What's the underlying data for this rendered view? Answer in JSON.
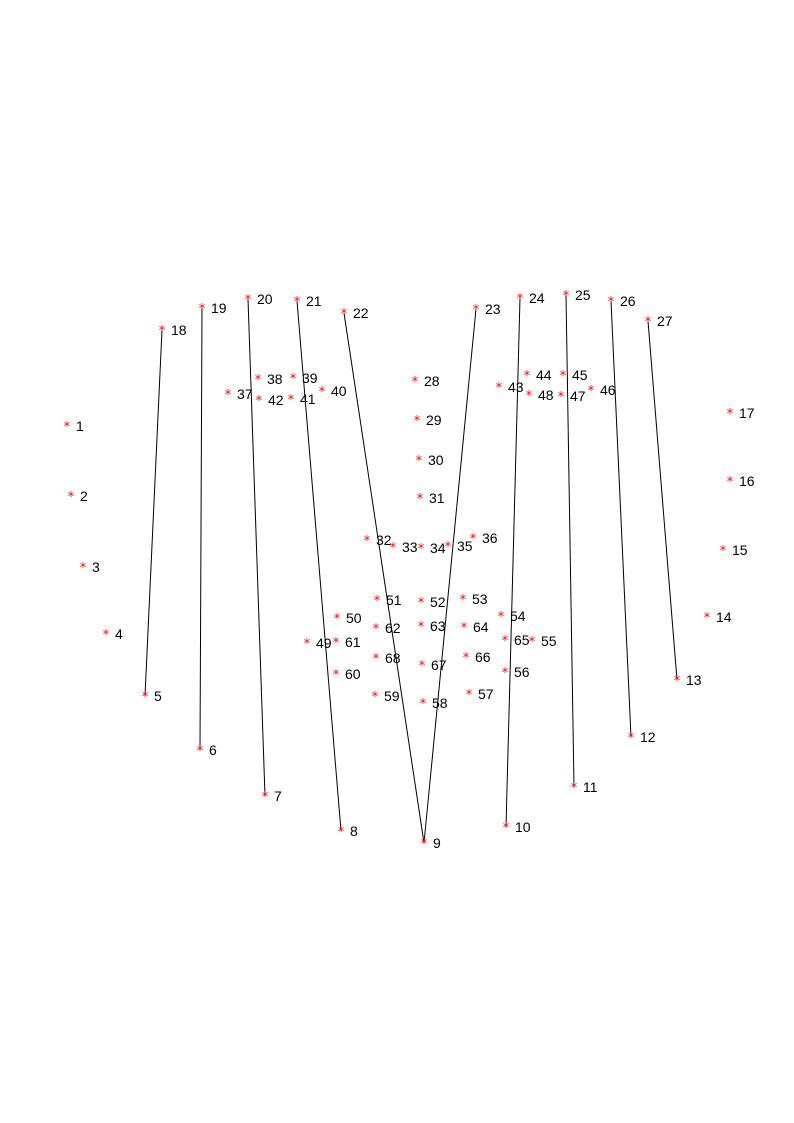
{
  "marker_color": "#ff0000",
  "line_color": "#000000",
  "label_color": "#000000",
  "marker_symbol": "*",
  "points": [
    {
      "id": "1",
      "label": "1"
    },
    {
      "id": "2",
      "label": "2"
    },
    {
      "id": "3",
      "label": "3"
    },
    {
      "id": "4",
      "label": "4"
    },
    {
      "id": "5",
      "label": "5"
    },
    {
      "id": "6",
      "label": "6"
    },
    {
      "id": "7",
      "label": "7"
    },
    {
      "id": "8",
      "label": "8"
    },
    {
      "id": "9",
      "label": "9"
    },
    {
      "id": "10",
      "label": "10"
    },
    {
      "id": "11",
      "label": "11"
    },
    {
      "id": "12",
      "label": "12"
    },
    {
      "id": "13",
      "label": "13"
    },
    {
      "id": "14",
      "label": "14"
    },
    {
      "id": "15",
      "label": "15"
    },
    {
      "id": "16",
      "label": "16"
    },
    {
      "id": "17",
      "label": "17"
    },
    {
      "id": "18",
      "label": "18"
    },
    {
      "id": "19",
      "label": "19"
    },
    {
      "id": "20",
      "label": "20"
    },
    {
      "id": "21",
      "label": "21"
    },
    {
      "id": "22",
      "label": "22"
    },
    {
      "id": "23",
      "label": "23"
    },
    {
      "id": "24",
      "label": "24"
    },
    {
      "id": "25",
      "label": "25"
    },
    {
      "id": "26",
      "label": "26"
    },
    {
      "id": "27",
      "label": "27"
    },
    {
      "id": "28",
      "label": "28"
    },
    {
      "id": "29",
      "label": "29"
    },
    {
      "id": "30",
      "label": "30"
    },
    {
      "id": "31",
      "label": "31"
    },
    {
      "id": "32",
      "label": "32"
    },
    {
      "id": "33",
      "label": "33"
    },
    {
      "id": "34",
      "label": "34"
    },
    {
      "id": "35",
      "label": "35"
    },
    {
      "id": "36",
      "label": "36"
    },
    {
      "id": "37",
      "label": "37"
    },
    {
      "id": "38",
      "label": "38"
    },
    {
      "id": "39",
      "label": "39"
    },
    {
      "id": "40",
      "label": "40"
    },
    {
      "id": "41",
      "label": "41"
    },
    {
      "id": "42",
      "label": "42"
    },
    {
      "id": "43",
      "label": "43"
    },
    {
      "id": "44",
      "label": "44"
    },
    {
      "id": "45",
      "label": "45"
    },
    {
      "id": "46",
      "label": "46"
    },
    {
      "id": "47",
      "label": "47"
    },
    {
      "id": "48",
      "label": "48"
    },
    {
      "id": "49",
      "label": "49"
    },
    {
      "id": "50",
      "label": "50"
    },
    {
      "id": "51",
      "label": "51"
    },
    {
      "id": "52",
      "label": "52"
    },
    {
      "id": "53",
      "label": "53"
    },
    {
      "id": "54",
      "label": "54"
    },
    {
      "id": "55",
      "label": "55"
    },
    {
      "id": "56",
      "label": "56"
    },
    {
      "id": "57",
      "label": "57"
    },
    {
      "id": "58",
      "label": "58"
    },
    {
      "id": "59",
      "label": "59"
    },
    {
      "id": "60",
      "label": "60"
    },
    {
      "id": "61",
      "label": "61"
    },
    {
      "id": "62",
      "label": "62"
    },
    {
      "id": "63",
      "label": "63"
    },
    {
      "id": "64",
      "label": "64"
    },
    {
      "id": "65",
      "label": "65"
    },
    {
      "id": "66",
      "label": "66"
    },
    {
      "id": "67",
      "label": "67"
    },
    {
      "id": "68",
      "label": "68"
    }
  ],
  "connections": [
    [
      "18",
      "5"
    ],
    [
      "19",
      "6"
    ],
    [
      "20",
      "7"
    ],
    [
      "21",
      "8"
    ],
    [
      "22",
      "9"
    ],
    [
      "23",
      "9"
    ],
    [
      "24",
      "10"
    ],
    [
      "25",
      "11"
    ],
    [
      "26",
      "12"
    ],
    [
      "27",
      "13"
    ]
  ]
}
